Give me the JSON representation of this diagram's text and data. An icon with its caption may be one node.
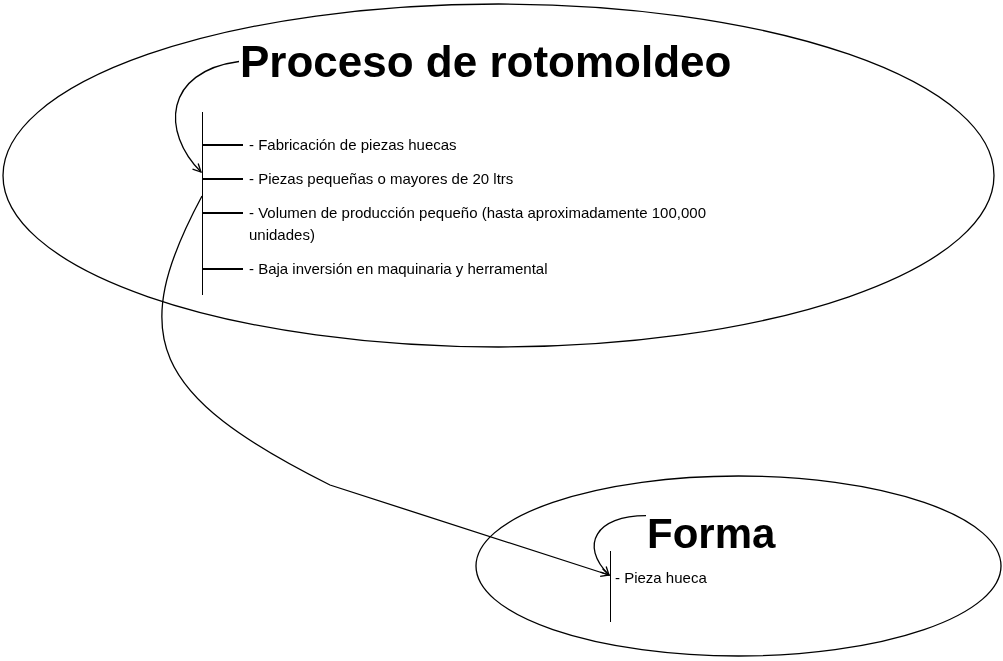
{
  "diagram": {
    "nodes": [
      {
        "text": [
          "Proceso de rotomoldeo"
        ]
      },
      {
        "text": [
          "- Fabricación de piezas huecas",
          "- Piezas pequeñas o mayores de 20 ltrs",
          "- Volumen de producción pequeño (hasta aproximadamente 100,000 unidades)",
          "- Baja inversión en maquinaria y herramental"
        ],
        "in": 0
      },
      {
        "text": [
          "Forma"
        ]
      },
      {
        "text": [
          "- Pieza hueca"
        ],
        "in": 2
      }
    ],
    "edges": [
      {
        "from": 0,
        "to": 1,
        "arrow": "to"
      },
      {
        "from": 1,
        "to": 3,
        "arrow": "to"
      },
      {
        "from": 2,
        "to": 3,
        "arrow": "to"
      }
    ]
  }
}
